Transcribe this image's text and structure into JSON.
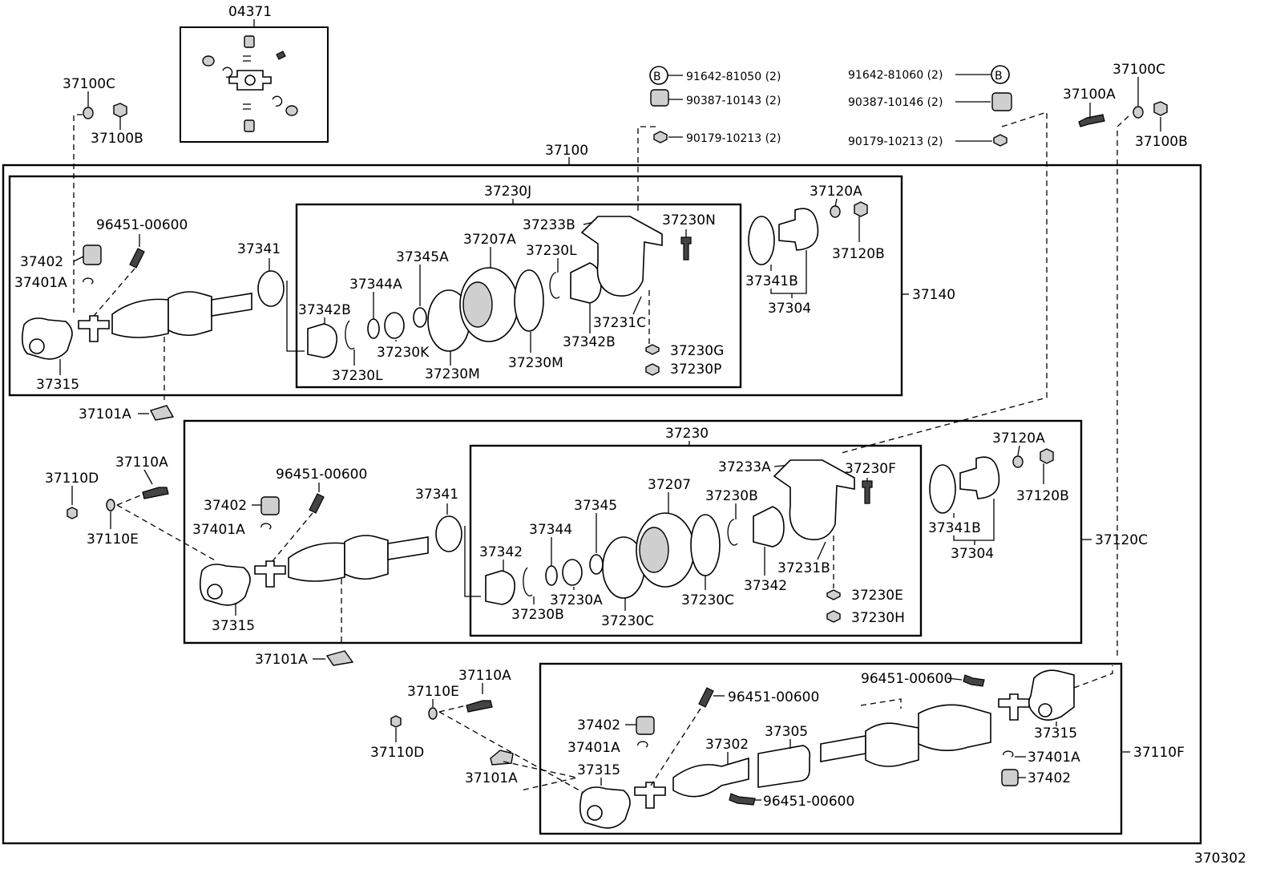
{
  "diagram_number": "370302",
  "assembly_label": "37100",
  "kit_label": "04371",
  "bolt_ref_letter": "B",
  "labels": {
    "top_left_37100c": "37100C",
    "top_left_37100b": "37100B",
    "top_right_37100c": "37100C",
    "top_right_37100a": "37100A",
    "top_right_37100b": "37100B",
    "bolt_left": "91642-81050 (2)",
    "cushion_left": "90387-10143 (2)",
    "nut_left": "90179-10213 (2)",
    "bolt_right": "91642-81060 (2)",
    "cushion_right": "90387-10146 (2)",
    "nut_right": "90179-10213 (2)"
  },
  "section1": {
    "box_label": "37140",
    "inner_label": "37230J",
    "parts": {
      "p37402": "37402",
      "p37401a": "37401A",
      "p96451": "96451-00600",
      "p37315": "37315",
      "p37341": "37341",
      "p37342b_l": "37342B",
      "p37344a": "37344A",
      "p37345a": "37345A",
      "p37207a": "37207A",
      "p37230l_top": "37230L",
      "p37233b": "37233B",
      "p37230n": "37230N",
      "p37230k": "37230K",
      "p37230l_bot": "37230L",
      "p37230m_l": "37230M",
      "p37230m_r": "37230M",
      "p37342b_r": "37342B",
      "p37231c": "37231C",
      "p37230g": "37230G",
      "p37230p": "37230P",
      "p37120a": "37120A",
      "p37120b": "37120B",
      "p37341b": "37341B",
      "p37304": "37304",
      "p37101a": "37101A"
    }
  },
  "section2": {
    "box_label": "37120C",
    "inner_label": "37230",
    "parts": {
      "p37110a": "37110A",
      "p37110d": "37110D",
      "p37110e": "37110E",
      "p96451": "96451-00600",
      "p37402": "37402",
      "p37401a": "37401A",
      "p37315": "37315",
      "p37341": "37341",
      "p37342_l": "37342",
      "p37344": "37344",
      "p37345": "37345",
      "p37207": "37207",
      "p37230b_top": "37230B",
      "p37233a": "37233A",
      "p37230f": "37230F",
      "p37230a": "37230A",
      "p37230b_bot": "37230B",
      "p37230c_l": "37230C",
      "p37230c_r": "37230C",
      "p37342_r": "37342",
      "p37231b": "37231B",
      "p37230e": "37230E",
      "p37230h": "37230H",
      "p37120a": "37120A",
      "p37120b": "37120B",
      "p37341b": "37341B",
      "p37304": "37304",
      "p37101a": "37101A"
    }
  },
  "section3": {
    "box_label": "37110F",
    "parts": {
      "p37110a": "37110A",
      "p37110e": "37110E",
      "p37110d": "37110D",
      "p37101a": "37101A",
      "p37402_l": "37402",
      "p37401a_l": "37401A",
      "p37315_l": "37315",
      "p96451_a": "96451-00600",
      "p37302": "37302",
      "p37305": "37305",
      "p96451_b": "96451-00600",
      "p96451_c": "96451-00600",
      "p37315_r": "37315",
      "p37401a_r": "37401A",
      "p37402_r": "37402"
    }
  }
}
